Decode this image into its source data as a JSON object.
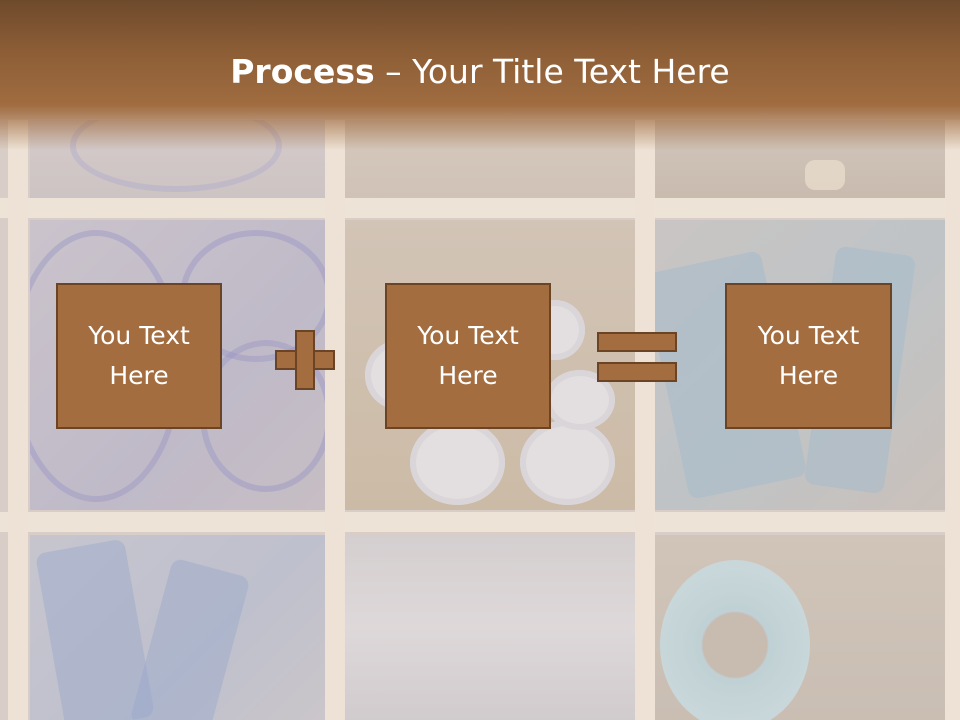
{
  "slide": {
    "title_bold": "Process",
    "title_rest": " – Your Title Text Here",
    "colors": {
      "header": "#8d5e36",
      "box_fill": "#a46d3f",
      "box_border": "#6b4425",
      "text": "#ffffff"
    }
  },
  "process": {
    "boxes": [
      {
        "label": "You Text Here"
      },
      {
        "label": "You Text Here"
      },
      {
        "label": "You Text Here"
      }
    ],
    "operators": [
      "plus-icon",
      "equals-icon"
    ]
  }
}
